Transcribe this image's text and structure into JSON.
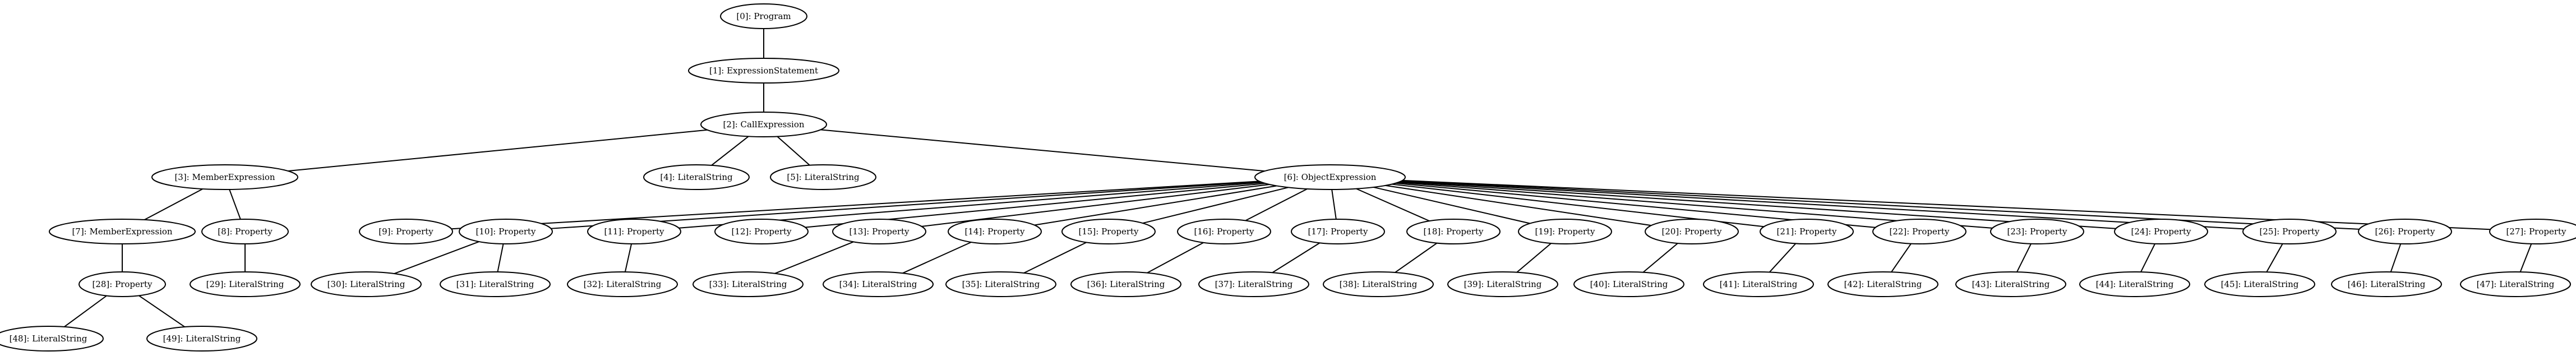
{
  "diagram": {
    "nodes": [
      {
        "id": 0,
        "label": "[0]: Program"
      },
      {
        "id": 1,
        "label": "[1]: ExpressionStatement"
      },
      {
        "id": 2,
        "label": "[2]: CallExpression"
      },
      {
        "id": 3,
        "label": "[3]: MemberExpression"
      },
      {
        "id": 4,
        "label": "[4]: LiteralString"
      },
      {
        "id": 5,
        "label": "[5]: LiteralString"
      },
      {
        "id": 6,
        "label": "[6]: ObjectExpression"
      },
      {
        "id": 7,
        "label": "[7]: MemberExpression"
      },
      {
        "id": 8,
        "label": "[8]: Property"
      },
      {
        "id": 9,
        "label": "[9]: Property"
      },
      {
        "id": 10,
        "label": "[10]: Property"
      },
      {
        "id": 11,
        "label": "[11]: Property"
      },
      {
        "id": 12,
        "label": "[12]: Property"
      },
      {
        "id": 13,
        "label": "[13]: Property"
      },
      {
        "id": 14,
        "label": "[14]: Property"
      },
      {
        "id": 15,
        "label": "[15]: Property"
      },
      {
        "id": 16,
        "label": "[16]: Property"
      },
      {
        "id": 17,
        "label": "[17]: Property"
      },
      {
        "id": 18,
        "label": "[18]: Property"
      },
      {
        "id": 19,
        "label": "[19]: Property"
      },
      {
        "id": 20,
        "label": "[20]: Property"
      },
      {
        "id": 21,
        "label": "[21]: Property"
      },
      {
        "id": 22,
        "label": "[22]: Property"
      },
      {
        "id": 23,
        "label": "[23]: Property"
      },
      {
        "id": 24,
        "label": "[24]: Property"
      },
      {
        "id": 25,
        "label": "[25]: Property"
      },
      {
        "id": 26,
        "label": "[26]: Property"
      },
      {
        "id": 27,
        "label": "[27]: Property"
      },
      {
        "id": 28,
        "label": "[28]: Property"
      },
      {
        "id": 29,
        "label": "[29]: LiteralString"
      },
      {
        "id": 30,
        "label": "[30]: LiteralString"
      },
      {
        "id": 31,
        "label": "[31]: LiteralString"
      },
      {
        "id": 32,
        "label": "[32]: LiteralString"
      },
      {
        "id": 33,
        "label": "[33]: LiteralString"
      },
      {
        "id": 34,
        "label": "[34]: LiteralString"
      },
      {
        "id": 35,
        "label": "[35]: LiteralString"
      },
      {
        "id": 36,
        "label": "[36]: LiteralString"
      },
      {
        "id": 37,
        "label": "[37]: LiteralString"
      },
      {
        "id": 38,
        "label": "[38]: LiteralString"
      },
      {
        "id": 39,
        "label": "[39]: LiteralString"
      },
      {
        "id": 40,
        "label": "[40]: LiteralString"
      },
      {
        "id": 41,
        "label": "[41]: LiteralString"
      },
      {
        "id": 42,
        "label": "[42]: LiteralString"
      },
      {
        "id": 43,
        "label": "[43]: LiteralString"
      },
      {
        "id": 44,
        "label": "[44]: LiteralString"
      },
      {
        "id": 45,
        "label": "[45]: LiteralString"
      },
      {
        "id": 46,
        "label": "[46]: LiteralString"
      },
      {
        "id": 47,
        "label": "[47]: LiteralString"
      },
      {
        "id": 48,
        "label": "[48]: LiteralString"
      },
      {
        "id": 49,
        "label": "[49]: LiteralString"
      }
    ],
    "edges": [
      [
        0,
        1
      ],
      [
        1,
        2
      ],
      [
        2,
        3
      ],
      [
        2,
        4
      ],
      [
        2,
        5
      ],
      [
        2,
        6
      ],
      [
        3,
        7
      ],
      [
        3,
        8
      ],
      [
        6,
        9
      ],
      [
        6,
        10
      ],
      [
        6,
        11
      ],
      [
        6,
        12
      ],
      [
        6,
        13
      ],
      [
        6,
        14
      ],
      [
        6,
        15
      ],
      [
        6,
        16
      ],
      [
        6,
        17
      ],
      [
        6,
        18
      ],
      [
        6,
        19
      ],
      [
        6,
        20
      ],
      [
        6,
        21
      ],
      [
        6,
        22
      ],
      [
        6,
        23
      ],
      [
        6,
        24
      ],
      [
        6,
        25
      ],
      [
        6,
        26
      ],
      [
        6,
        27
      ],
      [
        7,
        28
      ],
      [
        8,
        29
      ],
      [
        10,
        30
      ],
      [
        10,
        31
      ],
      [
        11,
        32
      ],
      [
        13,
        33
      ],
      [
        14,
        34
      ],
      [
        15,
        35
      ],
      [
        16,
        36
      ],
      [
        17,
        37
      ],
      [
        18,
        38
      ],
      [
        19,
        39
      ],
      [
        20,
        40
      ],
      [
        21,
        41
      ],
      [
        22,
        42
      ],
      [
        23,
        43
      ],
      [
        24,
        44
      ],
      [
        25,
        45
      ],
      [
        26,
        46
      ],
      [
        27,
        47
      ],
      [
        28,
        48
      ],
      [
        28,
        49
      ]
    ]
  }
}
